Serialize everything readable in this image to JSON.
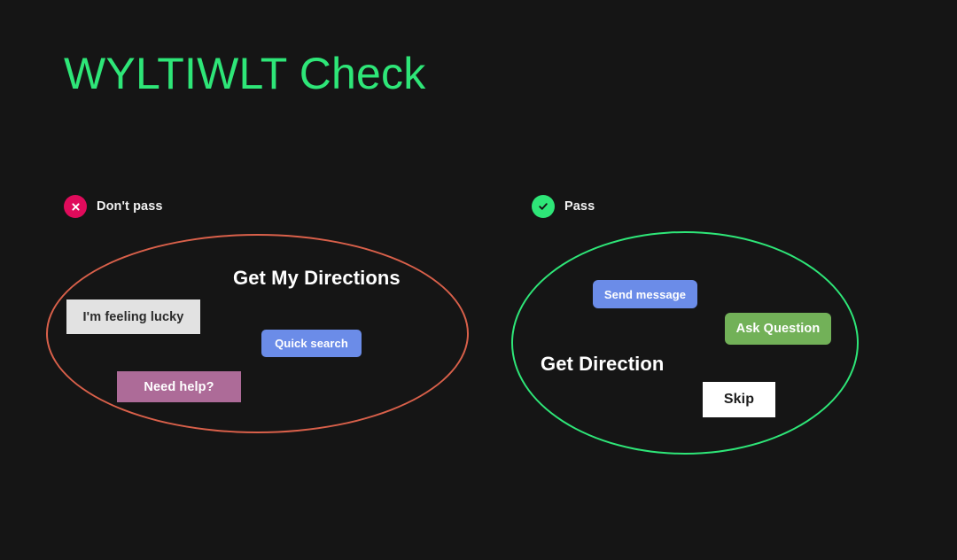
{
  "page": {
    "title": "WYLTIWLT Check",
    "background_color": "#151515",
    "title_color": "#2ee678"
  },
  "legend": [
    {
      "key": "dont_pass",
      "label": "Don't pass",
      "icon": "circle-x-icon",
      "badge_color": "#e00b5b",
      "glyph_color": "#ffffff"
    },
    {
      "key": "pass",
      "label": "Pass",
      "icon": "circle-check-icon",
      "badge_color": "#2ee678",
      "glyph_color": "#151515"
    }
  ],
  "groups": [
    {
      "key": "dont_pass",
      "legend_key": "dont_pass",
      "outline_color": "#d9604a",
      "heading": "Get My Directions",
      "chips": [
        {
          "key": "im_feeling_lucky",
          "label": "I'm feeling lucky",
          "background": "#e2e2e2",
          "text_color": "#2b2b2b",
          "corner": "square"
        },
        {
          "key": "quick_search",
          "label": "Quick search",
          "background": "#6b8ce8",
          "text_color": "#ffffff",
          "corner": "rounded"
        },
        {
          "key": "need_help",
          "label": "Need help?",
          "background": "#ad6b98",
          "text_color": "#ffffff",
          "corner": "square"
        }
      ]
    },
    {
      "key": "pass",
      "legend_key": "pass",
      "outline_color": "#2ee678",
      "heading": "Get Direction",
      "chips": [
        {
          "key": "send_message",
          "label": "Send message",
          "background": "#6b8ce8",
          "text_color": "#ffffff",
          "corner": "rounded"
        },
        {
          "key": "ask_question",
          "label": "Ask Question",
          "background": "#72b158",
          "text_color": "#ffffff",
          "corner": "rounded"
        },
        {
          "key": "skip",
          "label": "Skip",
          "background": "#ffffff",
          "text_color": "#1d1d1d",
          "corner": "square"
        }
      ]
    }
  ]
}
